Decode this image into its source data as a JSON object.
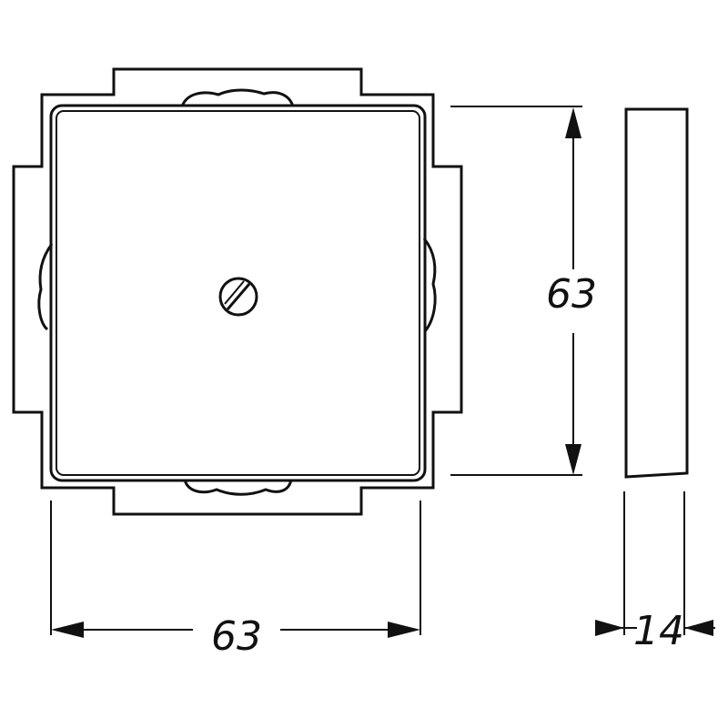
{
  "dimensions": {
    "height_label": "63",
    "width_label": "63",
    "depth_label": "14"
  },
  "colors": {
    "line": "#111111",
    "background": "#ffffff"
  }
}
